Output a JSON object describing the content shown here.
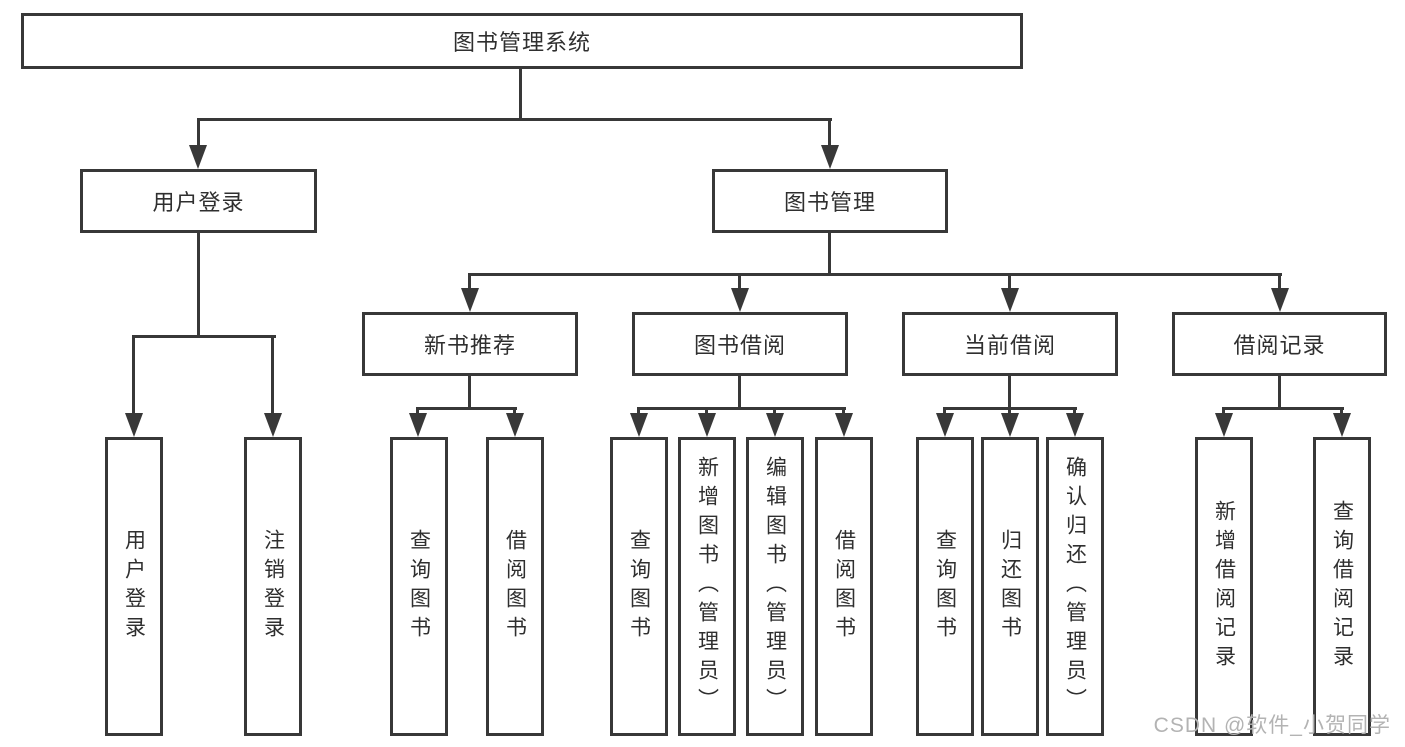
{
  "tree": {
    "root": "图书管理系统",
    "branches": [
      {
        "label": "用户登录",
        "children": [
          "用户登录",
          "注销登录"
        ]
      },
      {
        "label": "图书管理",
        "children": [
          {
            "label": "新书推荐",
            "children": [
              "查询图书",
              "借阅图书"
            ]
          },
          {
            "label": "图书借阅",
            "children": [
              "查询图书",
              "新增图书（管理员）",
              "编辑图书（管理员）",
              "借阅图书"
            ]
          },
          {
            "label": "当前借阅",
            "children": [
              "查询图书",
              "归还图书",
              "确认归还（管理员）"
            ]
          },
          {
            "label": "借阅记录",
            "children": [
              "新增借阅记录",
              "查询借阅记录"
            ]
          }
        ]
      }
    ]
  },
  "watermark": {
    "text": "CSDN @软件_小贺同学"
  },
  "colors": {
    "line": "#383838",
    "text": "#2f2f2f",
    "watermark": "#b3b3b3",
    "background": "#ffffff"
  }
}
